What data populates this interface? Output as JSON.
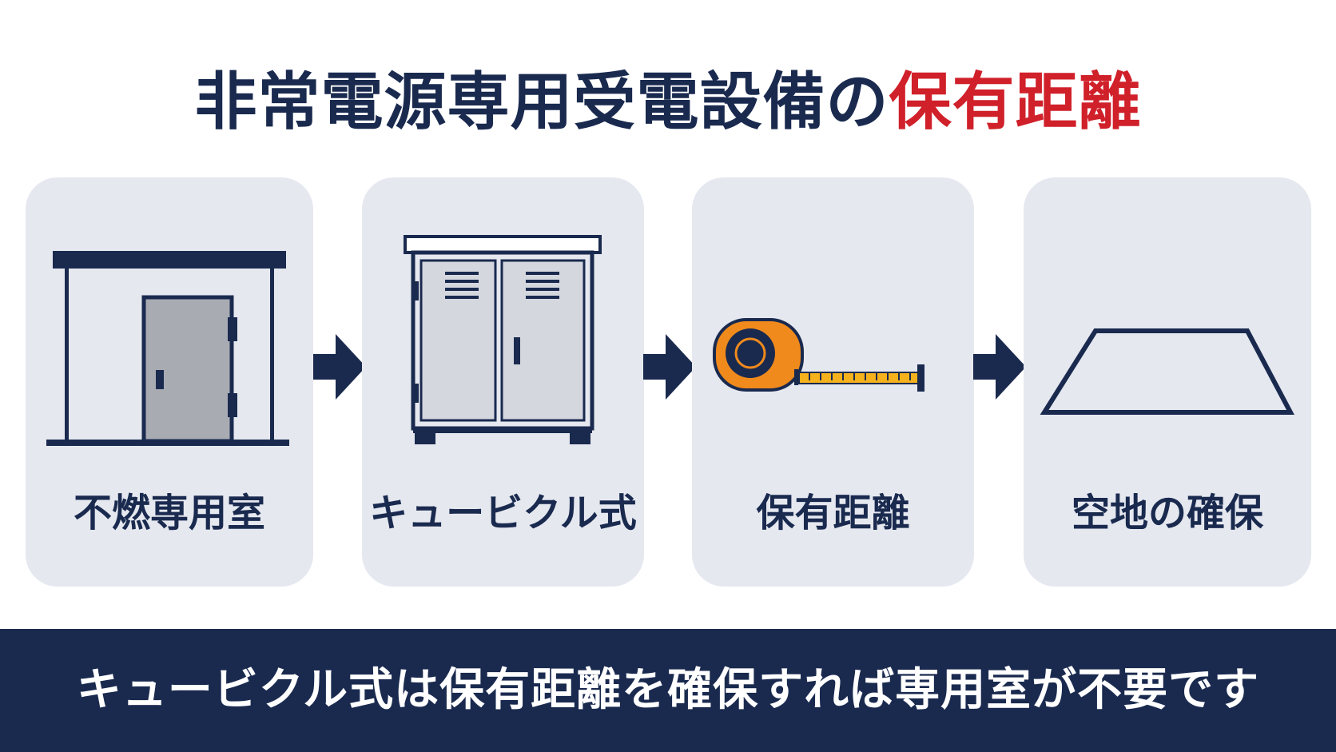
{
  "title": {
    "main": "非常電源専用受電設備の",
    "accent": "保有距離"
  },
  "colors": {
    "navy": "#1a2a4f",
    "accent_red": "#d0202a",
    "card_bg": "#e5e8ef",
    "tape_orange": "#f08a1c",
    "tape_yellow": "#f5b21c"
  },
  "steps": [
    {
      "label": "不燃専用室",
      "icon": "building-room-icon"
    },
    {
      "label": "キュービクル式",
      "icon": "cubicle-cabinet-icon"
    },
    {
      "label": "保有距離",
      "icon": "tape-measure-icon"
    },
    {
      "label": "空地の確保",
      "icon": "open-space-icon"
    }
  ],
  "banner": {
    "text": "キュービクル式は保有距離を確保すれば専用室が不要です"
  }
}
